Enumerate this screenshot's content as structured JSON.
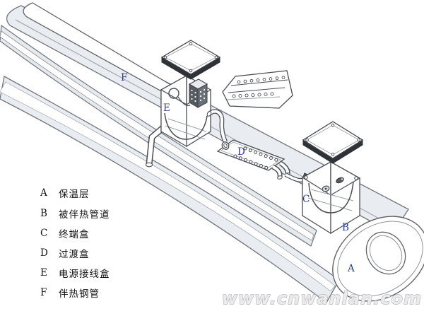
{
  "figure": {
    "title_hint": "electric-heat-tracing pipe exploded diagram",
    "callout_letters": {
      "a": "A",
      "b": "B",
      "c": "C",
      "d": "D",
      "e": "E",
      "f": "F"
    },
    "watermark": "www.cnwanlan.com"
  },
  "legend": {
    "items": [
      {
        "letter": "A",
        "label": "保温层"
      },
      {
        "letter": "B",
        "label": "被伴热管道"
      },
      {
        "letter": "C",
        "label": "终端盒"
      },
      {
        "letter": "D",
        "label": "过渡盒"
      },
      {
        "letter": "E",
        "label": "电源接线盒"
      },
      {
        "letter": "F",
        "label": "伴热钢管"
      }
    ]
  },
  "colors": {
    "line": "#4a4e54",
    "line_light": "#9aa0a6",
    "band_fill": "#e9ecf1",
    "callout_blue": "#2d3c9a",
    "watermark_gray": "#b0b0b4"
  }
}
